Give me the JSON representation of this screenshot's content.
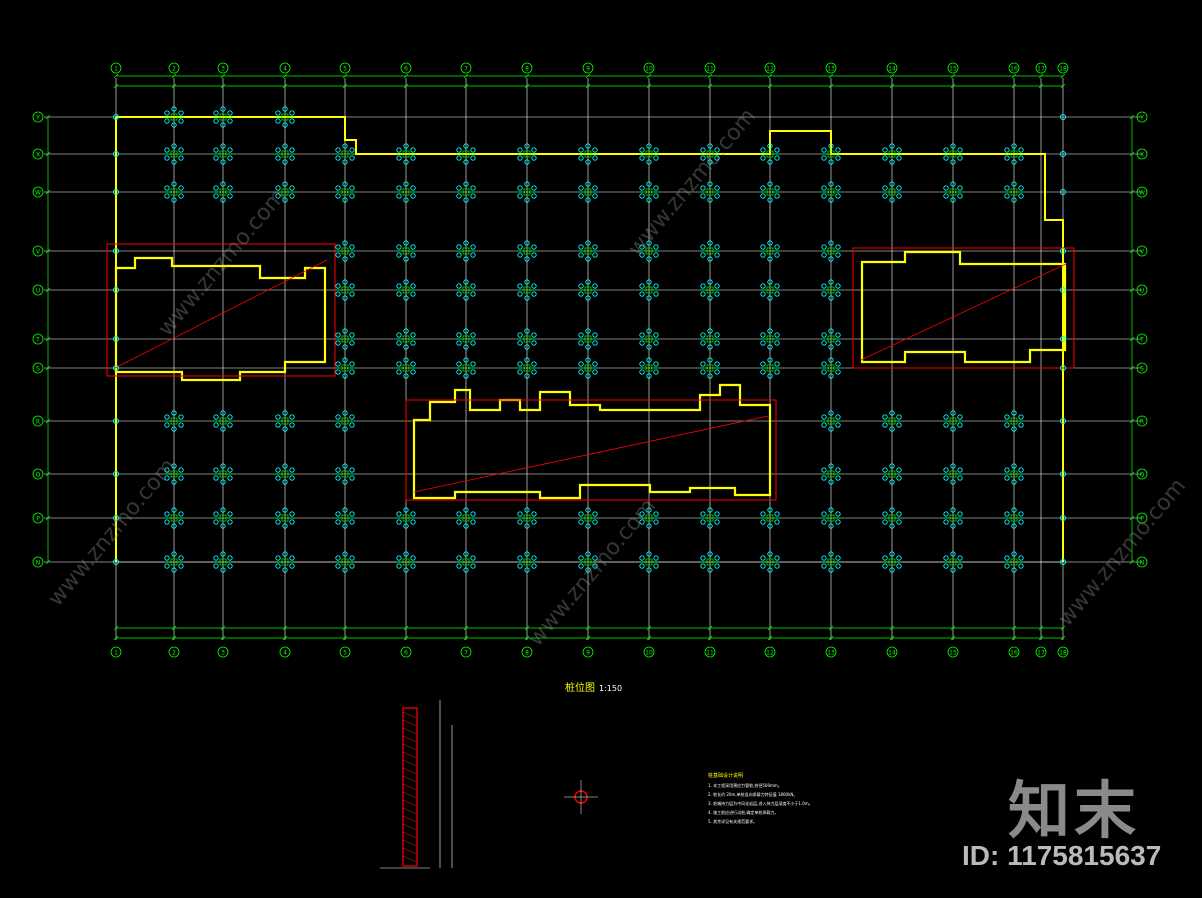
{
  "drawing": {
    "title": "桩位图",
    "scale": "1:150",
    "columns": [
      "1",
      "2",
      "3",
      "4",
      "5",
      "6",
      "7",
      "8",
      "9",
      "10",
      "11",
      "12",
      "13",
      "14",
      "15",
      "16",
      "17",
      "18"
    ],
    "column_labels_visible": [
      "①",
      "②",
      "③",
      "④",
      "⑤",
      "⑥",
      "⑦",
      "⑧",
      "⑨",
      "⑩",
      "⑪",
      "⑫",
      "⑬",
      "⑭",
      "⑮",
      "⑯",
      "⑰",
      "⑱"
    ],
    "rows": [
      "Y",
      "X",
      "W",
      "V",
      "U",
      "T",
      "S",
      "R",
      "Q",
      "P",
      "N"
    ],
    "colors": {
      "background": "#000000",
      "grid": "#ffffff",
      "dimension": "#00ff00",
      "pile": "#00ffff",
      "wall": "#ffff00",
      "cutout": "#ff0000"
    },
    "notes_title": "桩基础设计说明",
    "notes": [
      "1. 本工程采用预应力管桩,桩径500mm。",
      "2. 桩长约 20m,单桩竖向承载力特征值 1800kN。",
      "3. 桩端持力层为中风化岩层,进入持力层深度不小于1.0m。",
      "4. 施工前应进行试桩,确定单桩承载力。",
      "5. 其余详见有关规范要求。"
    ]
  },
  "watermark": {
    "brand": "知末",
    "id_text": "ID: 1175815637",
    "diagonal_text": "www.znzmo.com"
  }
}
